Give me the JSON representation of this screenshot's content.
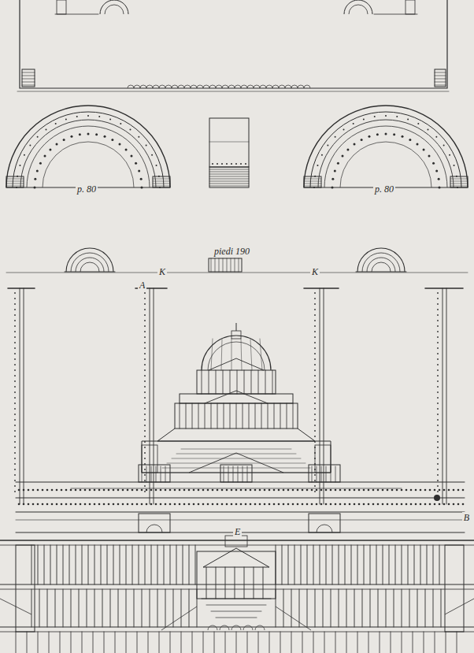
{
  "diagram": {
    "labels": [
      "p. 80",
      "p. 80",
      "K",
      "piedi 190",
      "K",
      "B",
      "A",
      "E"
    ]
  }
}
